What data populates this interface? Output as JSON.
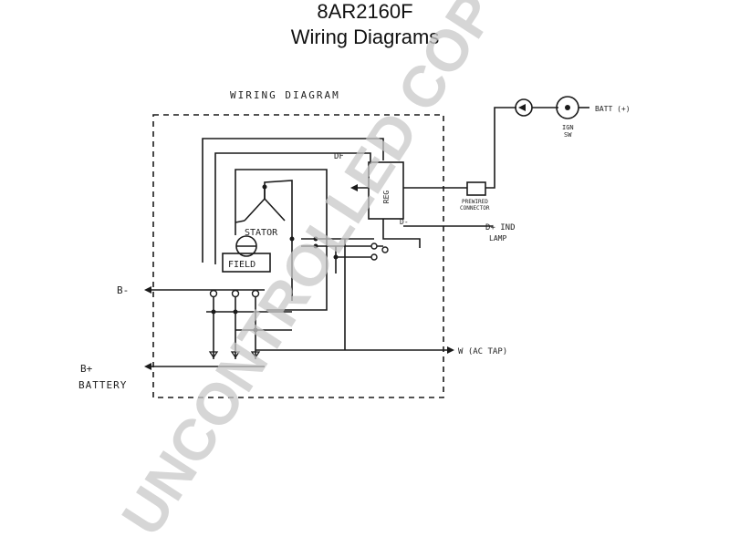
{
  "header": {
    "part_number": "8AR2160F",
    "subtitle": "Wiring Diagrams"
  },
  "diagram": {
    "title": "WIRING DIAGRAM",
    "labels": {
      "df": "DF",
      "reg": "REG",
      "stator": "STATOR",
      "field": "FIELD",
      "d_minus": "D-",
      "d_plus_ind_lamp_1": "D+ IND",
      "d_plus_ind_lamp_2": "LAMP",
      "b_minus": "B-",
      "b_plus": "B+",
      "battery": "BATTERY",
      "ac_tap": "W (AC TAP)",
      "batt_plus": "BATT (+)",
      "ign_sw_1": "IGN",
      "ign_sw_2": "SW",
      "prewired_connector_1": "PREWIRED",
      "prewired_connector_2": "CONNECTOR"
    }
  },
  "watermark": {
    "text": "UNCONTROLLED COPY",
    "color": "#c8c8c8"
  },
  "colors": {
    "ink": "#1a1a1a"
  }
}
